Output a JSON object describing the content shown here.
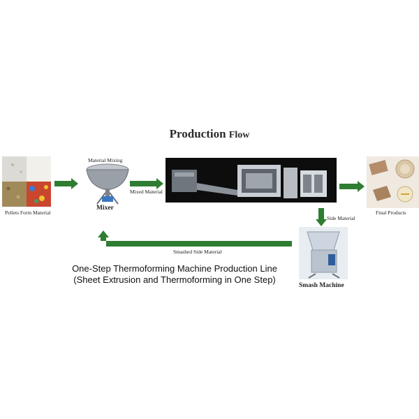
{
  "title": {
    "main": "Production",
    "tail": "Flow"
  },
  "labels": {
    "pellets": "Pellets Form Material",
    "material_mixing": "Material Mixing",
    "mixer": "Mixer",
    "mixed_material": "Mixed Material",
    "side_material": "Side Material",
    "final_products": "Final Products",
    "smashed_side_material": "Smashed Side Material",
    "smash_machine": "Smash Machine"
  },
  "caption": {
    "line1": "One-Step Thermoforming Machine Production Line",
    "line2": "(Sheet Extrusion and Thermoforming in One Step)"
  },
  "colors": {
    "arrow": "#2e7d32",
    "machine_bg": "#0d0d0d",
    "mixer_bowl": "#9aa0a8",
    "smash_body": "#cdd6e0"
  },
  "icons": {
    "pellets": "pellet-samples-photo",
    "mixer": "mixer-machine-photo",
    "line": "production-line-photo",
    "products": "final-products-photo",
    "smash": "smash-machine-photo"
  }
}
